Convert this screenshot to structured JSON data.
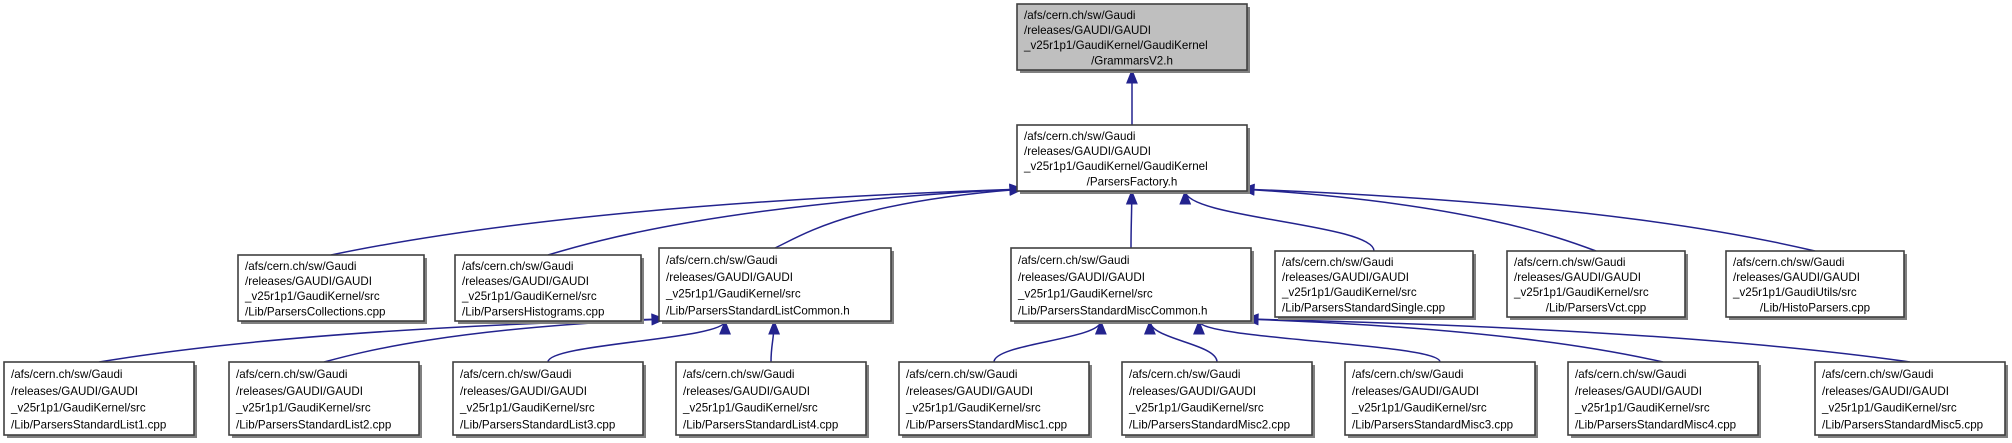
{
  "graph": {
    "type": "doxygen-include-dependency-graph",
    "direction": "bottom-to-top",
    "edge_color": "#23238e",
    "root_fill": "#bfbfbf",
    "node_fill": "#ffffff",
    "node_stroke": "#000000",
    "background": "#ffffff",
    "nodes": [
      {
        "id": "grammarsv2",
        "role": "root",
        "highlighted": true,
        "lines": [
          "/afs/cern.ch/sw/Gaudi",
          "/releases/GAUDI/GAUDI",
          "_v25r1p1/GaudiKernel/GaudiKernel",
          "/GrammarsV2.h"
        ],
        "align": [
          "left",
          "left",
          "left",
          "center"
        ]
      },
      {
        "id": "parsersfactory",
        "role": "node",
        "highlighted": false,
        "lines": [
          "/afs/cern.ch/sw/Gaudi",
          "/releases/GAUDI/GAUDI",
          "_v25r1p1/GaudiKernel/GaudiKernel",
          "/ParsersFactory.h"
        ],
        "align": [
          "left",
          "left",
          "left",
          "center"
        ]
      },
      {
        "id": "parserscollections",
        "role": "node",
        "lines": [
          "/afs/cern.ch/sw/Gaudi",
          "/releases/GAUDI/GAUDI",
          "_v25r1p1/GaudiKernel/src",
          "/Lib/ParsersCollections.cpp"
        ],
        "align": [
          "left",
          "left",
          "left",
          "left"
        ]
      },
      {
        "id": "parsershistograms",
        "role": "node",
        "lines": [
          "/afs/cern.ch/sw/Gaudi",
          "/releases/GAUDI/GAUDI",
          "_v25r1p1/GaudiKernel/src",
          "/Lib/ParsersHistograms.cpp"
        ],
        "align": [
          "left",
          "left",
          "left",
          "left"
        ]
      },
      {
        "id": "parsersstandardlistcommon",
        "role": "node",
        "lines": [
          "/afs/cern.ch/sw/Gaudi",
          "/releases/GAUDI/GAUDI",
          "_v25r1p1/GaudiKernel/src",
          "/Lib/ParsersStandardListCommon.h"
        ],
        "align": [
          "left",
          "left",
          "left",
          "left"
        ]
      },
      {
        "id": "parsersstandardmisccommon",
        "role": "node",
        "lines": [
          "/afs/cern.ch/sw/Gaudi",
          "/releases/GAUDI/GAUDI",
          "_v25r1p1/GaudiKernel/src",
          "/Lib/ParsersStandardMiscCommon.h"
        ],
        "align": [
          "left",
          "left",
          "left",
          "left"
        ]
      },
      {
        "id": "parsersstandardsingle",
        "role": "node",
        "lines": [
          "/afs/cern.ch/sw/Gaudi",
          "/releases/GAUDI/GAUDI",
          "_v25r1p1/GaudiKernel/src",
          "/Lib/ParsersStandardSingle.cpp"
        ],
        "align": [
          "left",
          "left",
          "left",
          "left"
        ]
      },
      {
        "id": "parsersvct",
        "role": "node",
        "lines": [
          "/afs/cern.ch/sw/Gaudi",
          "/releases/GAUDI/GAUDI",
          "_v25r1p1/GaudiKernel/src",
          "/Lib/ParsersVct.cpp"
        ],
        "align": [
          "left",
          "left",
          "left",
          "center"
        ]
      },
      {
        "id": "histoparsers",
        "role": "node",
        "lines": [
          "/afs/cern.ch/sw/Gaudi",
          "/releases/GAUDI/GAUDI",
          "_v25r1p1/GaudiUtils/src",
          "/Lib/HistoParsers.cpp"
        ],
        "align": [
          "left",
          "left",
          "left",
          "center"
        ]
      },
      {
        "id": "parsersstandardlist1",
        "role": "node",
        "lines": [
          "/afs/cern.ch/sw/Gaudi",
          "/releases/GAUDI/GAUDI",
          "_v25r1p1/GaudiKernel/src",
          "/Lib/ParsersStandardList1.cpp"
        ],
        "align": [
          "left",
          "left",
          "left",
          "left"
        ]
      },
      {
        "id": "parsersstandardlist2",
        "role": "node",
        "lines": [
          "/afs/cern.ch/sw/Gaudi",
          "/releases/GAUDI/GAUDI",
          "_v25r1p1/GaudiKernel/src",
          "/Lib/ParsersStandardList2.cpp"
        ],
        "align": [
          "left",
          "left",
          "left",
          "left"
        ]
      },
      {
        "id": "parsersstandardlist3",
        "role": "node",
        "lines": [
          "/afs/cern.ch/sw/Gaudi",
          "/releases/GAUDI/GAUDI",
          "_v25r1p1/GaudiKernel/src",
          "/Lib/ParsersStandardList3.cpp"
        ],
        "align": [
          "left",
          "left",
          "left",
          "left"
        ]
      },
      {
        "id": "parsersstandardlist4",
        "role": "node",
        "lines": [
          "/afs/cern.ch/sw/Gaudi",
          "/releases/GAUDI/GAUDI",
          "_v25r1p1/GaudiKernel/src",
          "/Lib/ParsersStandardList4.cpp"
        ],
        "align": [
          "left",
          "left",
          "left",
          "left"
        ]
      },
      {
        "id": "parsersstandardmisc1",
        "role": "node",
        "lines": [
          "/afs/cern.ch/sw/Gaudi",
          "/releases/GAUDI/GAUDI",
          "_v25r1p1/GaudiKernel/src",
          "/Lib/ParsersStandardMisc1.cpp"
        ],
        "align": [
          "left",
          "left",
          "left",
          "left"
        ]
      },
      {
        "id": "parsersstandardmisc2",
        "role": "node",
        "lines": [
          "/afs/cern.ch/sw/Gaudi",
          "/releases/GAUDI/GAUDI",
          "_v25r1p1/GaudiKernel/src",
          "/Lib/ParsersStandardMisc2.cpp"
        ],
        "align": [
          "left",
          "left",
          "left",
          "left"
        ]
      },
      {
        "id": "parsersstandardmisc3",
        "role": "node",
        "lines": [
          "/afs/cern.ch/sw/Gaudi",
          "/releases/GAUDI/GAUDI",
          "_v25r1p1/GaudiKernel/src",
          "/Lib/ParsersStandardMisc3.cpp"
        ],
        "align": [
          "left",
          "left",
          "left",
          "left"
        ]
      },
      {
        "id": "parsersstandardmisc4",
        "role": "node",
        "lines": [
          "/afs/cern.ch/sw/Gaudi",
          "/releases/GAUDI/GAUDI",
          "_v25r1p1/GaudiKernel/src",
          "/Lib/ParsersStandardMisc4.cpp"
        ],
        "align": [
          "left",
          "left",
          "left",
          "left"
        ]
      },
      {
        "id": "parsersstandardmisc5",
        "role": "node",
        "lines": [
          "/afs/cern.ch/sw/Gaudi",
          "/releases/GAUDI/GAUDI",
          "_v25r1p1/GaudiKernel/src",
          "/Lib/ParsersStandardMisc5.cpp"
        ],
        "align": [
          "left",
          "left",
          "left",
          "left"
        ]
      }
    ],
    "edges": [
      {
        "from": "parsersfactory",
        "to": "grammarsv2"
      },
      {
        "from": "parserscollections",
        "to": "parsersfactory"
      },
      {
        "from": "parsershistograms",
        "to": "parsersfactory"
      },
      {
        "from": "parsersstandardlistcommon",
        "to": "parsersfactory"
      },
      {
        "from": "parsersstandardmisccommon",
        "to": "parsersfactory"
      },
      {
        "from": "parsersstandardsingle",
        "to": "parsersfactory"
      },
      {
        "from": "parsersvct",
        "to": "parsersfactory"
      },
      {
        "from": "histoparsers",
        "to": "parsersfactory"
      },
      {
        "from": "parsersstandardlist1",
        "to": "parsersstandardlistcommon"
      },
      {
        "from": "parsersstandardlist2",
        "to": "parsersstandardlistcommon"
      },
      {
        "from": "parsersstandardlist3",
        "to": "parsersstandardlistcommon"
      },
      {
        "from": "parsersstandardlist4",
        "to": "parsersstandardlistcommon"
      },
      {
        "from": "parsersstandardmisc1",
        "to": "parsersstandardmisccommon"
      },
      {
        "from": "parsersstandardmisc2",
        "to": "parsersstandardmisccommon"
      },
      {
        "from": "parsersstandardmisc3",
        "to": "parsersstandardmisccommon"
      },
      {
        "from": "parsersstandardmisc4",
        "to": "parsersstandardmisccommon"
      },
      {
        "from": "parsersstandardmisc5",
        "to": "parsersstandardmisccommon"
      }
    ]
  }
}
